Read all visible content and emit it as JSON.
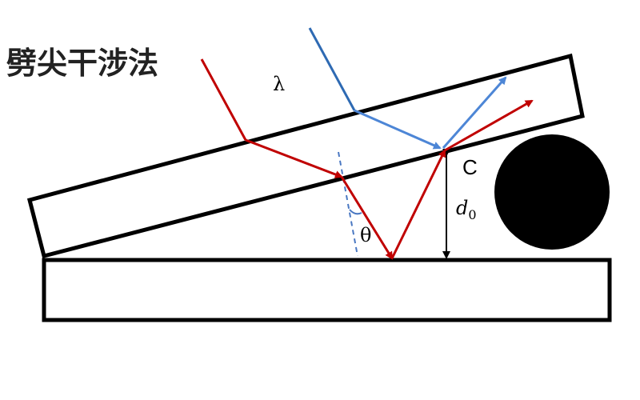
{
  "title": "劈尖干涉法",
  "labels": {
    "wavelength": "λ",
    "angle": "θ",
    "point": "C",
    "thickness_base": "d",
    "thickness_sub": "0"
  },
  "colors": {
    "red_ray": "#c00000",
    "blue_ray": "#2e6ab3",
    "blue_light": "#4d86d6",
    "normal_dash": "#4a78c2",
    "outline": "#000000"
  }
}
